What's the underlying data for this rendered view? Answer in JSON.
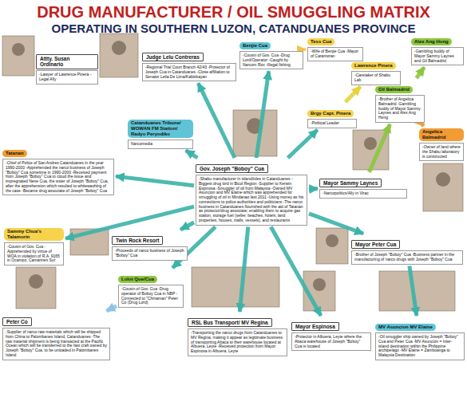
{
  "diagram": {
    "title": "DRUG MANUFACTURER / OIL SMUGGLING MATRIX",
    "nodes": [
      {
        "text": [
          "Attty. Susan Ordinario",
          "-Lawyer of Lawrence Pinera -Legal Ally"
        ]
      },
      {
        "text": [
          "Judge Lelu Contreras",
          "-Regional Trial Court Branch 42/43 -Protector of Joseph Cua in Catanduanes -Close affiliation to Senator Leila De Lima/Kabisbayan"
        ]
      },
      {
        "text": [
          "Benjie Cua",
          "-Cousin of Gov. Cua -Drug Lord/Operator -Caught by Narcom Rox -Illegal fishing"
        ]
      },
      {
        "text": [
          "Tess Cua",
          "-Wife of Benjie Cua -Mayor of Caramoran"
        ]
      },
      {
        "text": [
          "Lawrence Pinera",
          "-Caretaker of Shabu Lab"
        ]
      },
      {
        "text": [
          "Alex Ang Hong",
          "-Gambling buddy of Mayor Sammy Laynes and Gil Balmadrid"
        ]
      },
      {
        "text": [
          "Gil Balmadrid",
          "-Brother of Angelica Balmadrid -Gambling buddy of Mayor Sammy Laynes and Alex Ang Hong"
        ]
      },
      {
        "text": [
          "Angelica Balmadrid",
          "-Owner of land where the Shabu laboratory is constructed"
        ]
      },
      {
        "text": [
          "Brgy Capt. Pinera",
          "-Political Leader"
        ]
      },
      {
        "text": [
          "Catanduanes Tribune/ WOWAN FM Station/ Radyo Peryodiko",
          "Narcomedia"
        ]
      },
      {
        "text": [
          "Tatanan",
          "-Chief of Police of San Andres Catanduanes in the year 1990-2000 -Apprehended the narco business of Joseph \"Boboy\" Cua sometime in 1990-2000 -Received payment from Joseph \"Boboy\" Cua to cloud the issue and impregnated Nene Cua, the sister of Joseph \"Boboy\" Cua, after the apprehension which resulted to whitewashing of the case -Became drug associate of Joseph \"Boboy\" Cua"
        ]
      },
      {
        "text": [
          "Gov. Joseph \"Boboy\" Cua",
          "-Shabu manufacturer in island/isles in Catanduanes -Biggest drug lord in Bicol Region -Supplier to Kerwin Espinosa -Smuggler of oil from Malaysia -Owned MV Asuncion and MV Elaine which was apprehended for smuggling of oil in Mindanao last 2011 -Using money as his connections to police authorities and politicians -The narco business in Catanduanes flourished with the aid of Tatanan as protector/drug associate; enabling them to acquire gas station, storage fuel (seller, beaches, hotels, land properties, houses, malls, vessels), and restaurants"
        ]
      },
      {
        "text": [
          "Mayor Sammy Laynes",
          "-Narcopolitics/Ally in Virac"
        ]
      },
      {
        "text": [
          "Sammy Chua's Talamorin",
          "-Cousin of Gov. Cua -Apprehended by virtue of WOA in violation of R.A. 9165 in Ocampo, Camarines Sur"
        ]
      },
      {
        "text": [
          "Twin Rock Resort",
          "-Proceeds of narco business of Joseph \"Boboy\" Cua"
        ]
      },
      {
        "text": [
          "Mayor Peter Cua",
          "-Brother of Joseph \"Boboy\" Cua -Business partner in the manufacturing of narco drugs with Joseph \"Boboy\" Cua"
        ]
      },
      {
        "text": [
          "Peter Co",
          "-Supplier of narco raw materials which will be shipped from China to Palombanes Island, Catanduanes -The raw material shipment is being transacted at the Pacific Ocean which will be transferred to the fast craft owned by Joseph \"Boboy\" Cua, to be unloaded in Palombanes Island"
        ]
      },
      {
        "text": [
          "Lolot Que/Cua",
          "-Cousin of Gov. Cua -Drug operator of Boboy Cua in NBP -Connected to \"Chinaman\" Peter Co (Drug Lord)"
        ]
      },
      {
        "text": [
          "RSL Bus Transport/ MV Regina",
          "-Transporting the narco drugs from Catanduanes to MV Regina, making it appear as legitimate business of transporting Abaca to their warehouse located at Albuera, Leyte -Received protection from Mayor Espinosa in Albuera, Leyte"
        ]
      },
      {
        "text": [
          "Mayor Espinosa",
          "-Protector in Albuera, Leyte where the Abaca warehouse of Joseph \"Boboy\" Cua is located"
        ]
      },
      {
        "text": [
          "MV Asuncion MV Elaine",
          "-Oil smuggler ship owned by Joseph \"Boboy\" Cua and Peter Cua -MV Asuncion = Inter-island destination within the Philippine archipelago -MV Elaine = Zamboanga to Malaysia Destination"
        ]
      }
    ],
    "edges": [
      {
        "from": 11,
        "to": 1,
        "arrow": "to"
      },
      {
        "from": 11,
        "to": 2,
        "arrow": "to"
      },
      {
        "from": 2,
        "to": 3,
        "arrow": "to"
      },
      {
        "from": 11,
        "to": 8,
        "arrow": "to"
      },
      {
        "from": 8,
        "to": 4,
        "arrow": "to"
      },
      {
        "from": 11,
        "to": 12,
        "arrow": "to"
      },
      {
        "from": 12,
        "to": 6,
        "arrow": "to"
      },
      {
        "from": 6,
        "to": 5,
        "arrow": "to"
      },
      {
        "from": 6,
        "to": 7,
        "arrow": "to"
      },
      {
        "from": 11,
        "to": 9,
        "arrow": "to"
      },
      {
        "from": 11,
        "to": 10,
        "arrow": "to"
      },
      {
        "from": 11,
        "to": 13,
        "arrow": "to"
      },
      {
        "from": 11,
        "to": 14,
        "arrow": "to"
      },
      {
        "from": 11,
        "to": 15,
        "arrow": "to"
      },
      {
        "from": 15,
        "to": 20,
        "arrow": "to"
      },
      {
        "from": 11,
        "to": 18,
        "arrow": "to"
      },
      {
        "from": 11,
        "to": 19,
        "arrow": "to"
      },
      {
        "from": 11,
        "to": 17,
        "arrow": "to"
      },
      {
        "from": 17,
        "to": 16,
        "arrow": "to"
      }
    ],
    "labels": [
      "OPERATING IN SOUTHERN LUZON, CATANDUANES PROVINCE"
    ]
  }
}
